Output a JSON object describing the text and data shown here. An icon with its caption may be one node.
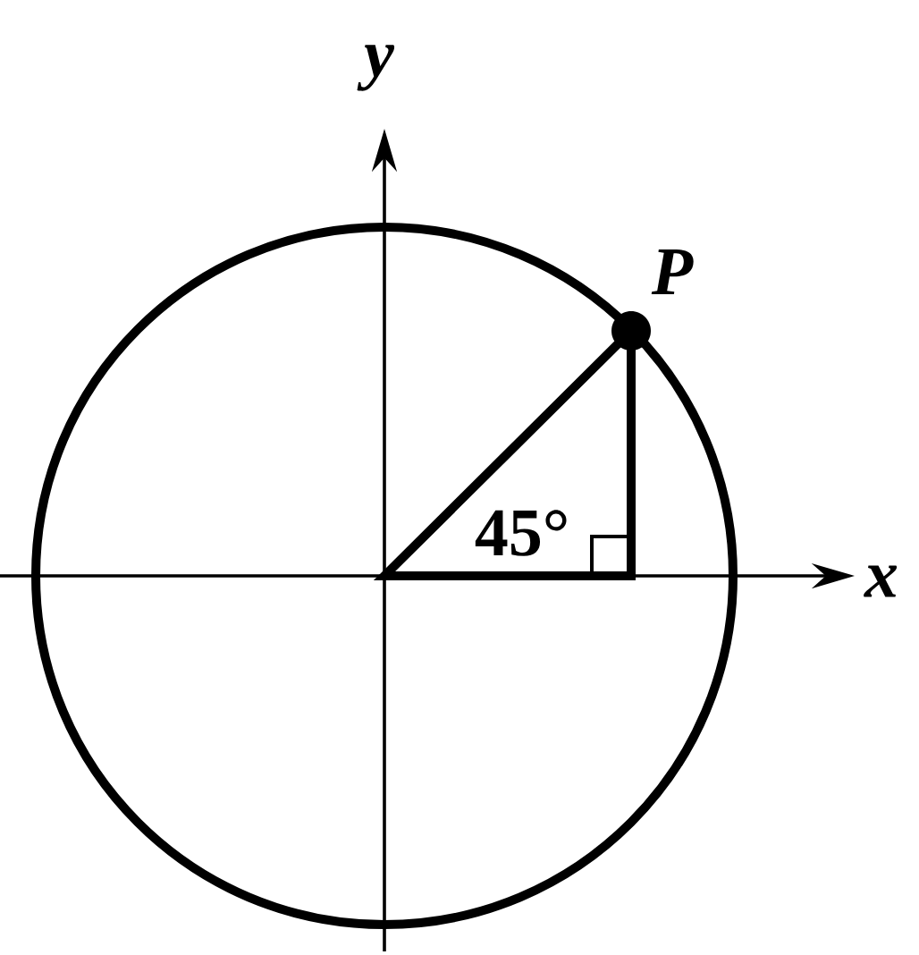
{
  "diagram": {
    "labels": [
      "y",
      "P",
      "45°",
      "x"
    ]
  }
}
